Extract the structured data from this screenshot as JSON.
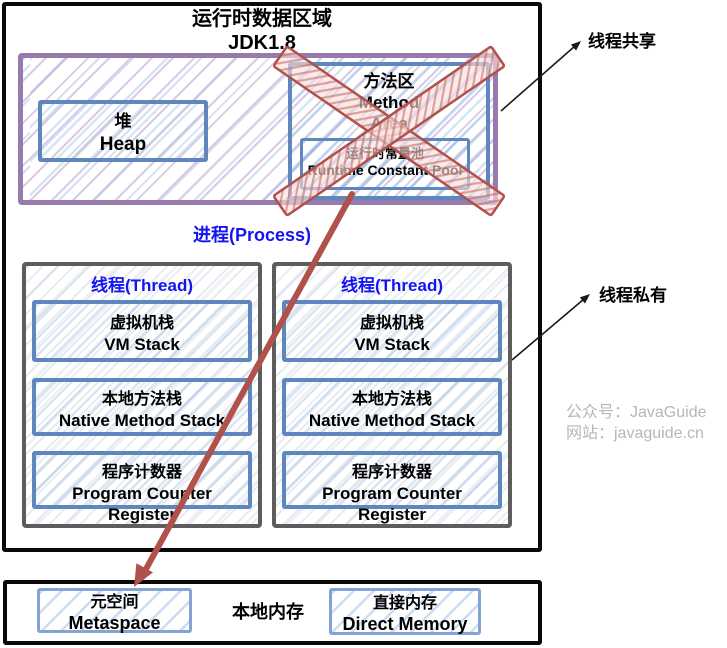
{
  "title": {
    "line1": "运行时数据区域",
    "line2": "JDK1.8"
  },
  "runtime_area": {
    "process_label": "进程(Process)",
    "heap": {
      "zh": "堆",
      "en": "Heap"
    },
    "method_area": {
      "zh": "方法区",
      "en_line1": "Method",
      "en_line2": "Area"
    },
    "runtime_constant_pool": {
      "zh": "运行时常量池",
      "en": "Runtime Constant Pool"
    },
    "threads": [
      {
        "label": "线程(Thread)",
        "items": [
          {
            "zh": "虚拟机栈",
            "en": "VM Stack"
          },
          {
            "zh": "本地方法栈",
            "en": "Native Method Stack"
          },
          {
            "zh": "程序计数器",
            "en": "Program Counter Register"
          }
        ]
      },
      {
        "label": "线程(Thread)",
        "items": [
          {
            "zh": "虚拟机栈",
            "en": "VM Stack"
          },
          {
            "zh": "本地方法栈",
            "en": "Native Method Stack"
          },
          {
            "zh": "程序计数器",
            "en": "Program Counter Register"
          }
        ]
      }
    ]
  },
  "native_memory": {
    "label": "本地内存",
    "metaspace": {
      "zh": "元空间",
      "en": "Metaspace"
    },
    "direct_memory": {
      "zh": "直接内存",
      "en": "Direct Memory"
    }
  },
  "annotations": {
    "thread_shared": "线程共享",
    "thread_private": "线程私有",
    "watermark_line1": "公众号：JavaGuide",
    "watermark_line2": "网站：javaguide.cn"
  },
  "colors": {
    "purple_border": "#977bad",
    "blue_border": "#5f87bd",
    "gray_border": "#5d5d5d",
    "red_cross_arrow": "#b0514c",
    "blue_text": "#1414f0",
    "watermark_gray": "#b6b6b6"
  }
}
